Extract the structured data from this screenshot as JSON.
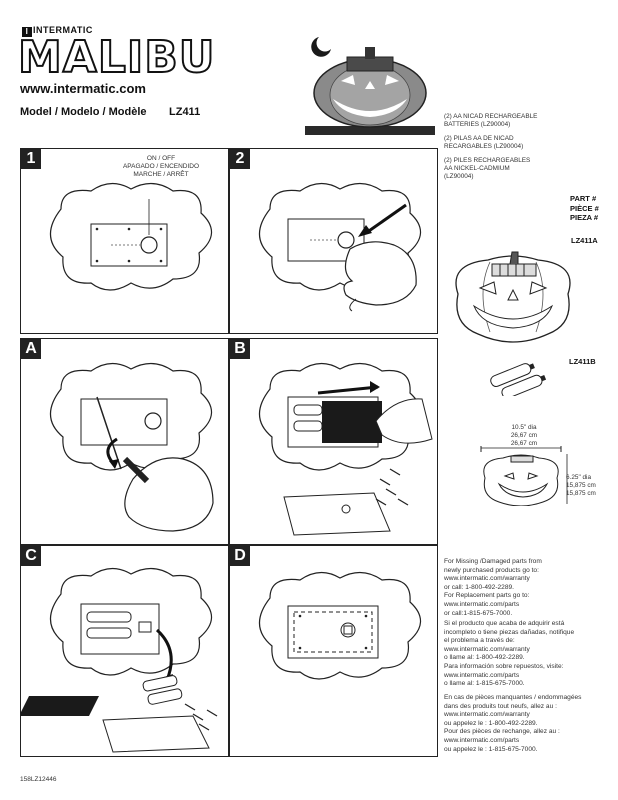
{
  "header": {
    "brand_small": "INTERMATIC",
    "logo": "MALIBU",
    "website": "www.intermatic.com",
    "model_label": "Model / Modelo / Modèle",
    "model_value": "LZ411"
  },
  "parts_info": {
    "battery_en": "(2) AA NICAD RECHARGEABLE\nBATTERIES (LZ90004)",
    "battery_es": "(2) PILAS AA DE NICAD\nRECARGABLES (LZ90004)",
    "battery_fr": "(2) PILES RECHARGEABLES\nAA NICKEL-CADMIUM\n(LZ90004)",
    "part_header": "PART #\nPIÈCE #\nPIEZA #",
    "part_a": "LZ411A",
    "part_b": "LZ411B"
  },
  "dimensions": {
    "width": "10.5\" dia\n26,67 cm\n26,67 cm",
    "height": "6.25\" dia\n15,875 cm\n15,875 cm"
  },
  "steps": {
    "s1": "1",
    "s2": "2",
    "sA": "A",
    "sB": "B",
    "sC": "C",
    "sD": "D",
    "switch_label": "ON / OFF\nAPAGADO / ENCENDIDO\nMARCHE / ARRÊT"
  },
  "notes": {
    "en": "For Missing /Damaged parts from\nnewly purchased products go to:\nwww.intermatic.com/warranty\nor call: 1-800-492-2289.\nFor Replacement parts go to:\nwww.intermatic.com/parts\nor call:1-815-675-7000.",
    "es": "Si el producto que acaba de adquirir está\nincompleto o tiene piezas dañadas, notifique\nel problema a través de:\nwww.intermatic.com/warranty\no llame al: 1-800-492-2289.\nPara información sobre repuestos, visite:\nwww.intermatic.com/parts\no llame al: 1-815-675-7000.",
    "fr": "En cas de pièces manquantes / endommagées\ndans des produits tout neufs, allez au :\nwww.intermatic.com/warranty\nou appelez le : 1-800-492-2289.\nPour des pièces de rechange, allez au :\nwww.intermatic.com/parts\nou appelez le : 1-815-675-7000."
  },
  "footer": {
    "code": "158LZ12446"
  }
}
